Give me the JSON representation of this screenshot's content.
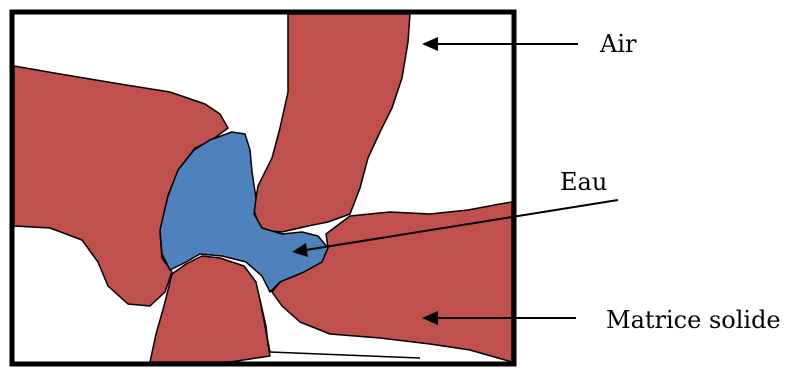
{
  "diagram": {
    "labels": {
      "air": "Air",
      "water": "Eau",
      "solid": "Matrice solide"
    },
    "colors": {
      "solid": "#c0504d",
      "water": "#4f81bd",
      "outline": "#000000",
      "background": "#ffffff"
    }
  }
}
